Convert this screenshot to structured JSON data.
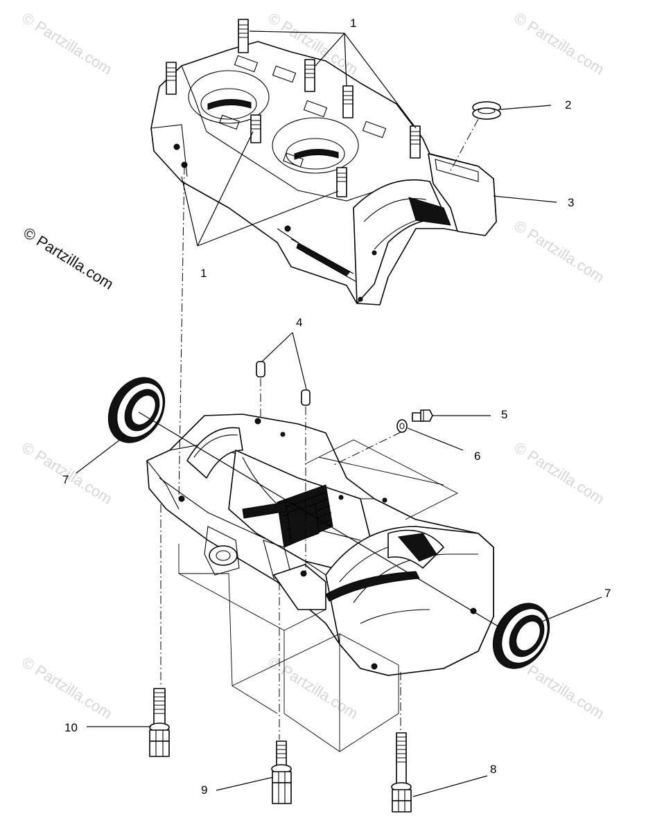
{
  "watermark": {
    "text": "© Partzilla.com",
    "main_text": "© Partzilla.com"
  },
  "callouts": {
    "c1_top": "1",
    "c2": "2",
    "c3": "3",
    "c1_bottom": "1",
    "c4": "4",
    "c5": "5",
    "c6": "6",
    "c7_left": "7",
    "c7_right": "7",
    "c8": "8",
    "c9": "9",
    "c10": "10"
  }
}
